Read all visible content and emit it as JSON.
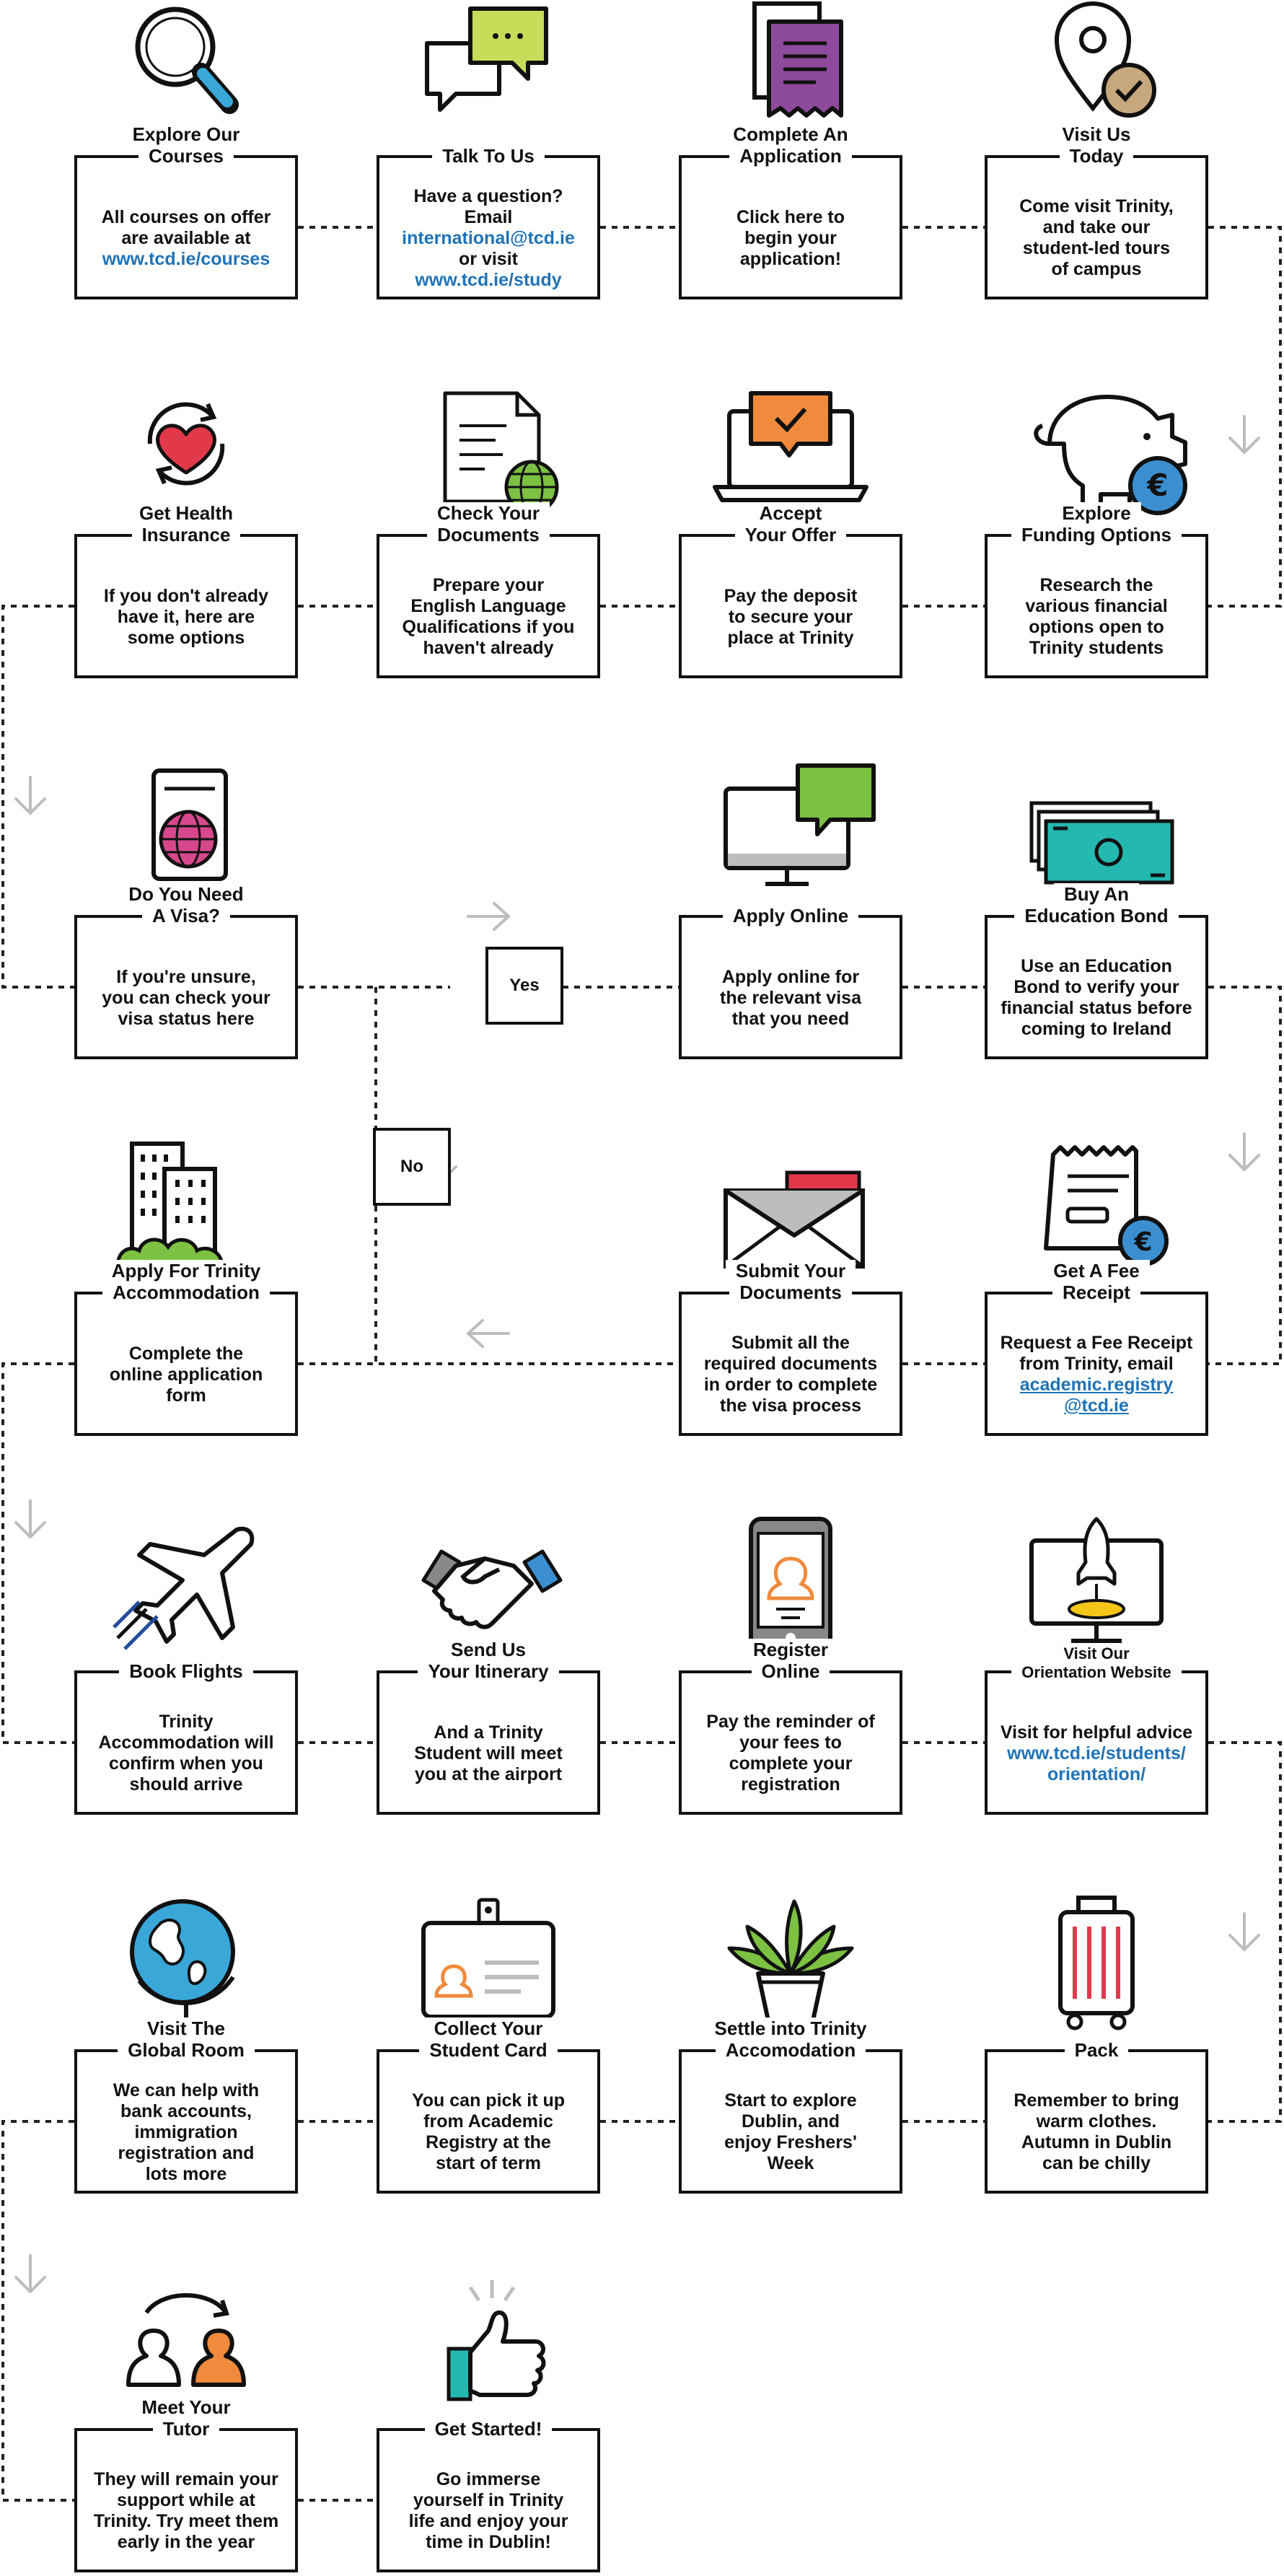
{
  "steps": [
    {
      "title": [
        "Explore Our",
        "Courses"
      ],
      "body": [
        "All courses on offer",
        "are available at"
      ],
      "link": [
        "www.tcd.ie/courses"
      ],
      "icon": "magnifier-icon"
    },
    {
      "title": [
        "Talk To Us"
      ],
      "body": [
        "Have a question? Email"
      ],
      "link": [
        "international@tcd.ie"
      ],
      "body2": [
        "or visit"
      ],
      "link2": [
        "www.tcd.ie/study"
      ],
      "icon": "chat-bubbles-icon"
    },
    {
      "title": [
        "Complete An",
        "Application"
      ],
      "body": [
        "Click here to",
        "begin your",
        "application!"
      ],
      "icon": "application-form-icon"
    },
    {
      "title": [
        "Visit Us",
        "Today"
      ],
      "body": [
        "Come visit Trinity,",
        "and take our",
        "student-led tours",
        "of campus"
      ],
      "icon": "map-pin-check-icon"
    },
    {
      "title": [
        "Explore",
        "Funding Options"
      ],
      "body": [
        "Research the",
        "various financial",
        "options open to",
        "Trinity students"
      ],
      "icon": "piggy-bank-euro-icon"
    },
    {
      "title": [
        "Accept",
        "Your Offer"
      ],
      "body": [
        "Pay the deposit",
        "to secure your",
        "place at Trinity"
      ],
      "icon": "laptop-check-icon"
    },
    {
      "title": [
        "Check Your",
        "Documents"
      ],
      "body": [
        "Prepare your",
        "English Language",
        "Qualifications if you",
        "haven't already"
      ],
      "icon": "document-globe-icon"
    },
    {
      "title": [
        "Get Health",
        "Insurance"
      ],
      "body": [
        "If you don't already",
        "have it, here are",
        "some options"
      ],
      "icon": "heart-cycle-icon"
    },
    {
      "title": [
        "Do You Need",
        "A Visa?"
      ],
      "body": [
        "If you're unsure,",
        "you can check your",
        "visa status here"
      ],
      "icon": "passport-icon"
    },
    {
      "title": [
        "Apply Online"
      ],
      "body": [
        "Apply online for",
        "the relevant visa",
        "that you need"
      ],
      "icon": "monitor-chat-icon"
    },
    {
      "title": [
        "Buy An",
        "Education Bond"
      ],
      "body": [
        "Use an Education",
        "Bond to verify your",
        "financial status before",
        "coming to Ireland"
      ],
      "icon": "banknotes-icon"
    },
    {
      "title": [
        "Get A Fee",
        "Receipt"
      ],
      "body": [
        "Request a Fee Receipt",
        "from Trinity, email"
      ],
      "link": [
        "academic.registry",
        "@tcd.ie"
      ],
      "icon": "receipt-euro-icon"
    },
    {
      "title": [
        "Submit Your",
        "Documents"
      ],
      "body": [
        "Submit all the",
        "required documents",
        "in order to complete",
        "the visa process"
      ],
      "icon": "envelope-icon"
    },
    {
      "title": [
        "Apply For  Trinity",
        "Accommodation"
      ],
      "body": [
        "Complete the",
        "online application",
        "form"
      ],
      "icon": "buildings-icon"
    },
    {
      "title": [
        "Book Flights"
      ],
      "body": [
        "Trinity",
        "Accommodation will",
        "confirm when you",
        "should arrive"
      ],
      "icon": "airplane-icon"
    },
    {
      "title": [
        "Send Us",
        "Your Itinerary"
      ],
      "body": [
        "And a Trinity",
        "Student will meet",
        "you at the airport"
      ],
      "icon": "handshake-icon"
    },
    {
      "title": [
        "Register",
        "Online"
      ],
      "body": [
        "Pay the reminder of",
        "your fees to",
        "complete your",
        "registration"
      ],
      "icon": "smartphone-user-icon"
    },
    {
      "title": [
        "Visit Our",
        "Orientation Website"
      ],
      "body": [
        "Visit for helpful advice"
      ],
      "link": [
        "www.tcd.ie/students/",
        "orientation/"
      ],
      "icon": "monitor-rocket-icon"
    },
    {
      "title": [
        "Pack"
      ],
      "body": [
        "Remember to bring",
        "warm clothes.",
        "Autumn in Dublin",
        "can be chilly"
      ],
      "icon": "suitcase-icon"
    },
    {
      "title": [
        "Settle into Trinity",
        "Accomodation"
      ],
      "body": [
        "Start to explore",
        "Dublin, and",
        "enjoy Freshers'",
        "Week"
      ],
      "icon": "potted-plant-icon"
    },
    {
      "title": [
        "Collect Your",
        "Student Card"
      ],
      "body": [
        "You can pick it up",
        "from Academic",
        "Registry at the",
        "start of term"
      ],
      "icon": "id-badge-icon"
    },
    {
      "title": [
        "Visit The",
        "Global Room"
      ],
      "body": [
        "We can help with",
        "bank accounts,",
        "immigration",
        "registration and",
        "lots more"
      ],
      "icon": "globe-icon"
    },
    {
      "title": [
        "Meet Your",
        "Tutor"
      ],
      "body": [
        "They will remain your",
        "support while at",
        "Trinity. Try meet them",
        "early in the year"
      ],
      "icon": "people-exchange-icon"
    },
    {
      "title": [
        "Get Started!"
      ],
      "body": [
        "Go immerse",
        "yourself in Trinity",
        "life and enjoy your",
        "time in Dublin!"
      ],
      "icon": "thumbs-up-icon"
    }
  ],
  "decisions": {
    "yes": "Yes",
    "no": "No"
  },
  "colors": {
    "link": "#1f73b7",
    "orange": "#f08a3c",
    "green": "#7cc142",
    "lime": "#c9dc5a",
    "red": "#e2394a",
    "purple": "#8e4a9c",
    "teal": "#23b8b0",
    "blue": "#3b8fd0",
    "tan": "#c7a87c"
  }
}
